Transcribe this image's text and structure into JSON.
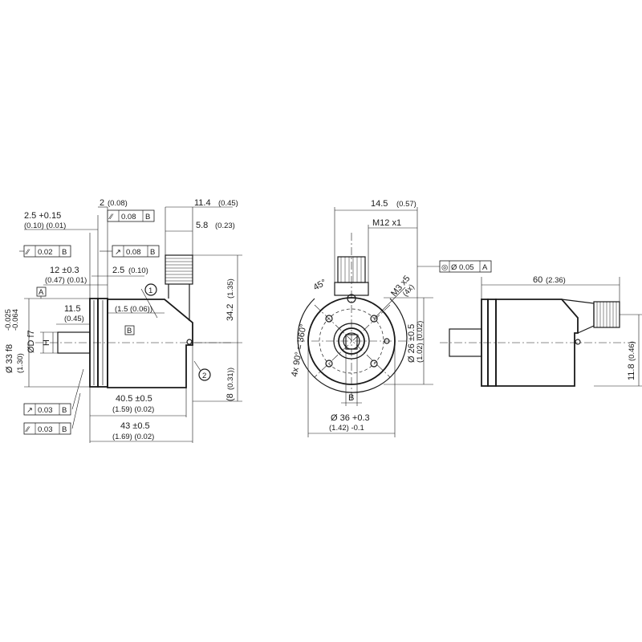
{
  "side_view": {
    "dim_2_5": "2.5 +0.15",
    "dim_2_5_in": "(0.10) (0.01)",
    "dim_2": "2",
    "dim_2_in": "(0.08)",
    "tol_parallel_008_sym": "⁄⁄",
    "tol_parallel_008_val": "0.08",
    "tol_parallel_008_ref": "B",
    "dim_11_4": "11.4",
    "dim_11_4_in": "(0.45)",
    "dim_5_8": "5.8",
    "dim_5_8_in": "(0.23)",
    "tol_flat_002_sym": "⁄⁄",
    "tol_flat_002_val": "0.02",
    "tol_flat_002_ref": "B",
    "tol_runout_008_sym": "↗",
    "tol_runout_008_val": "0.08",
    "tol_runout_008_ref": "B",
    "dim_12": "12 ±0.3",
    "dim_12_in": "(0.47) (0.01)",
    "dim_2_5b": "2.5",
    "dim_2_5b_in": "(0.10)",
    "datum_a": "A",
    "callout_1": "1",
    "dim_11_5": "11.5",
    "dim_11_5_in": "(0.45)",
    "dim_1_5": "(1.5 (0.06))",
    "datum_b": "B",
    "dim_33": "Ø 33 f8",
    "dim_33_tol": "-0.025",
    "dim_33_tol2": "-0.064",
    "dim_33_in": "(1.30)",
    "dim_d": "ØD f7",
    "dim_h": "H",
    "dim_34_2": "34.2",
    "dim_34_2_in": "(1.35)",
    "callout_2": "2",
    "dim_8": "(8",
    "dim_8_in": "(0.31))",
    "tol_runout_003_val": "0.03",
    "tol_runout_003_ref": "B",
    "tol_parallel_003_val": "0.03",
    "tol_parallel_003_ref": "B",
    "dim_40_5": "40.5 ±0.5",
    "dim_40_5_in": "(1.59) (0.02)",
    "dim_43": "43 ±0.5",
    "dim_43_in": "(1.69) (0.02)"
  },
  "front_view": {
    "dim_14_5": "14.5",
    "dim_14_5_in": "(0.57)",
    "dim_m12": "M12 x1",
    "angle_45": "45°",
    "angle_4x90": "4x 90° = 360°",
    "dim_m3": "M3 x5",
    "dim_m3_count": "(4x)",
    "dim_26": "Ø 26 ±0.5",
    "dim_26_in": "(1.02) (0.02)",
    "dim_b": "B",
    "dim_36": "Ø 36 +0.3",
    "dim_36_in": "(1.42) -0.1",
    "tol_pos_sym": "◎",
    "tol_pos_val": "Ø 0.05",
    "tol_pos_ref": "A"
  },
  "right_view": {
    "dim_60": "60",
    "dim_60_in": "(2.36)",
    "dim_11_8": "11.8",
    "dim_11_8_in": "(0.46)"
  }
}
